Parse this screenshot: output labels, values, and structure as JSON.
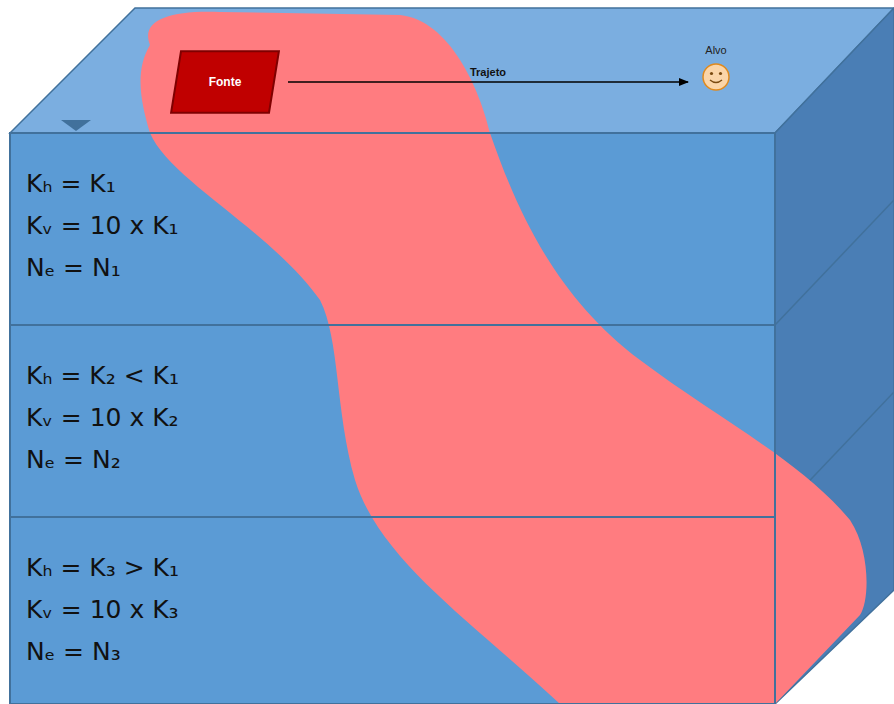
{
  "diagram": {
    "nodes": [
      {
        "text": [
          "Fonte"
        ]
      },
      {
        "text": [
          "Alvo"
        ]
      },
      {
        "text": [
          "Kₕ = K₁",
          "Kᵥ = 10 x K₁",
          "Nₑ = N₁"
        ]
      },
      {
        "text": [
          "Kₕ = K₂ < K₁",
          "Kᵥ = 10 x K₂",
          "Nₑ = N₂"
        ]
      },
      {
        "text": [
          "Kₕ = K₃ > K₁",
          "Kᵥ = 10 x K₃",
          "Nₑ = N₃"
        ]
      }
    ],
    "edges": [
      {
        "from": 0,
        "to": 1,
        "arrow": "to",
        "label": "Trajeto"
      }
    ]
  }
}
